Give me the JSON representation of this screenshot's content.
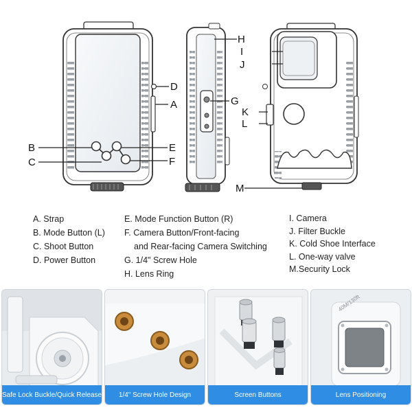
{
  "callouts": {
    "A": "A",
    "B": "B",
    "C": "C",
    "D": "D",
    "E": "E",
    "F": "F",
    "G": "G",
    "H": "H",
    "I": "I",
    "J": "J",
    "K": "K",
    "L": "L",
    "M": "M"
  },
  "legend": {
    "col1": [
      "A. Strap",
      "B. Mode Button (L)",
      "C. Shoot Button",
      "D. Power Button"
    ],
    "col2": [
      "E. Mode Function Button (R)",
      "F. Camera Button/Front-facing",
      "and Rear-facing Camera Switching",
      "G. 1/4\" Screw Hole",
      "H. Lens Ring"
    ],
    "col3": [
      "I. Camera",
      "J. Filter Buckle",
      "K. Cold Shoe Interface",
      "L. One-way valve",
      "M.Security Lock"
    ]
  },
  "photos": [
    {
      "caption": "Safe Lock Buckle/Quick Release"
    },
    {
      "caption": "1/4\" Screw Hole Design"
    },
    {
      "caption": "Screen Buttons"
    },
    {
      "caption": "Lens Positioning",
      "engraving": "40M/130ft"
    }
  ],
  "colors": {
    "caption_bg": "#2f8de4",
    "caption_text": "#ffffff",
    "line": "#222222"
  }
}
